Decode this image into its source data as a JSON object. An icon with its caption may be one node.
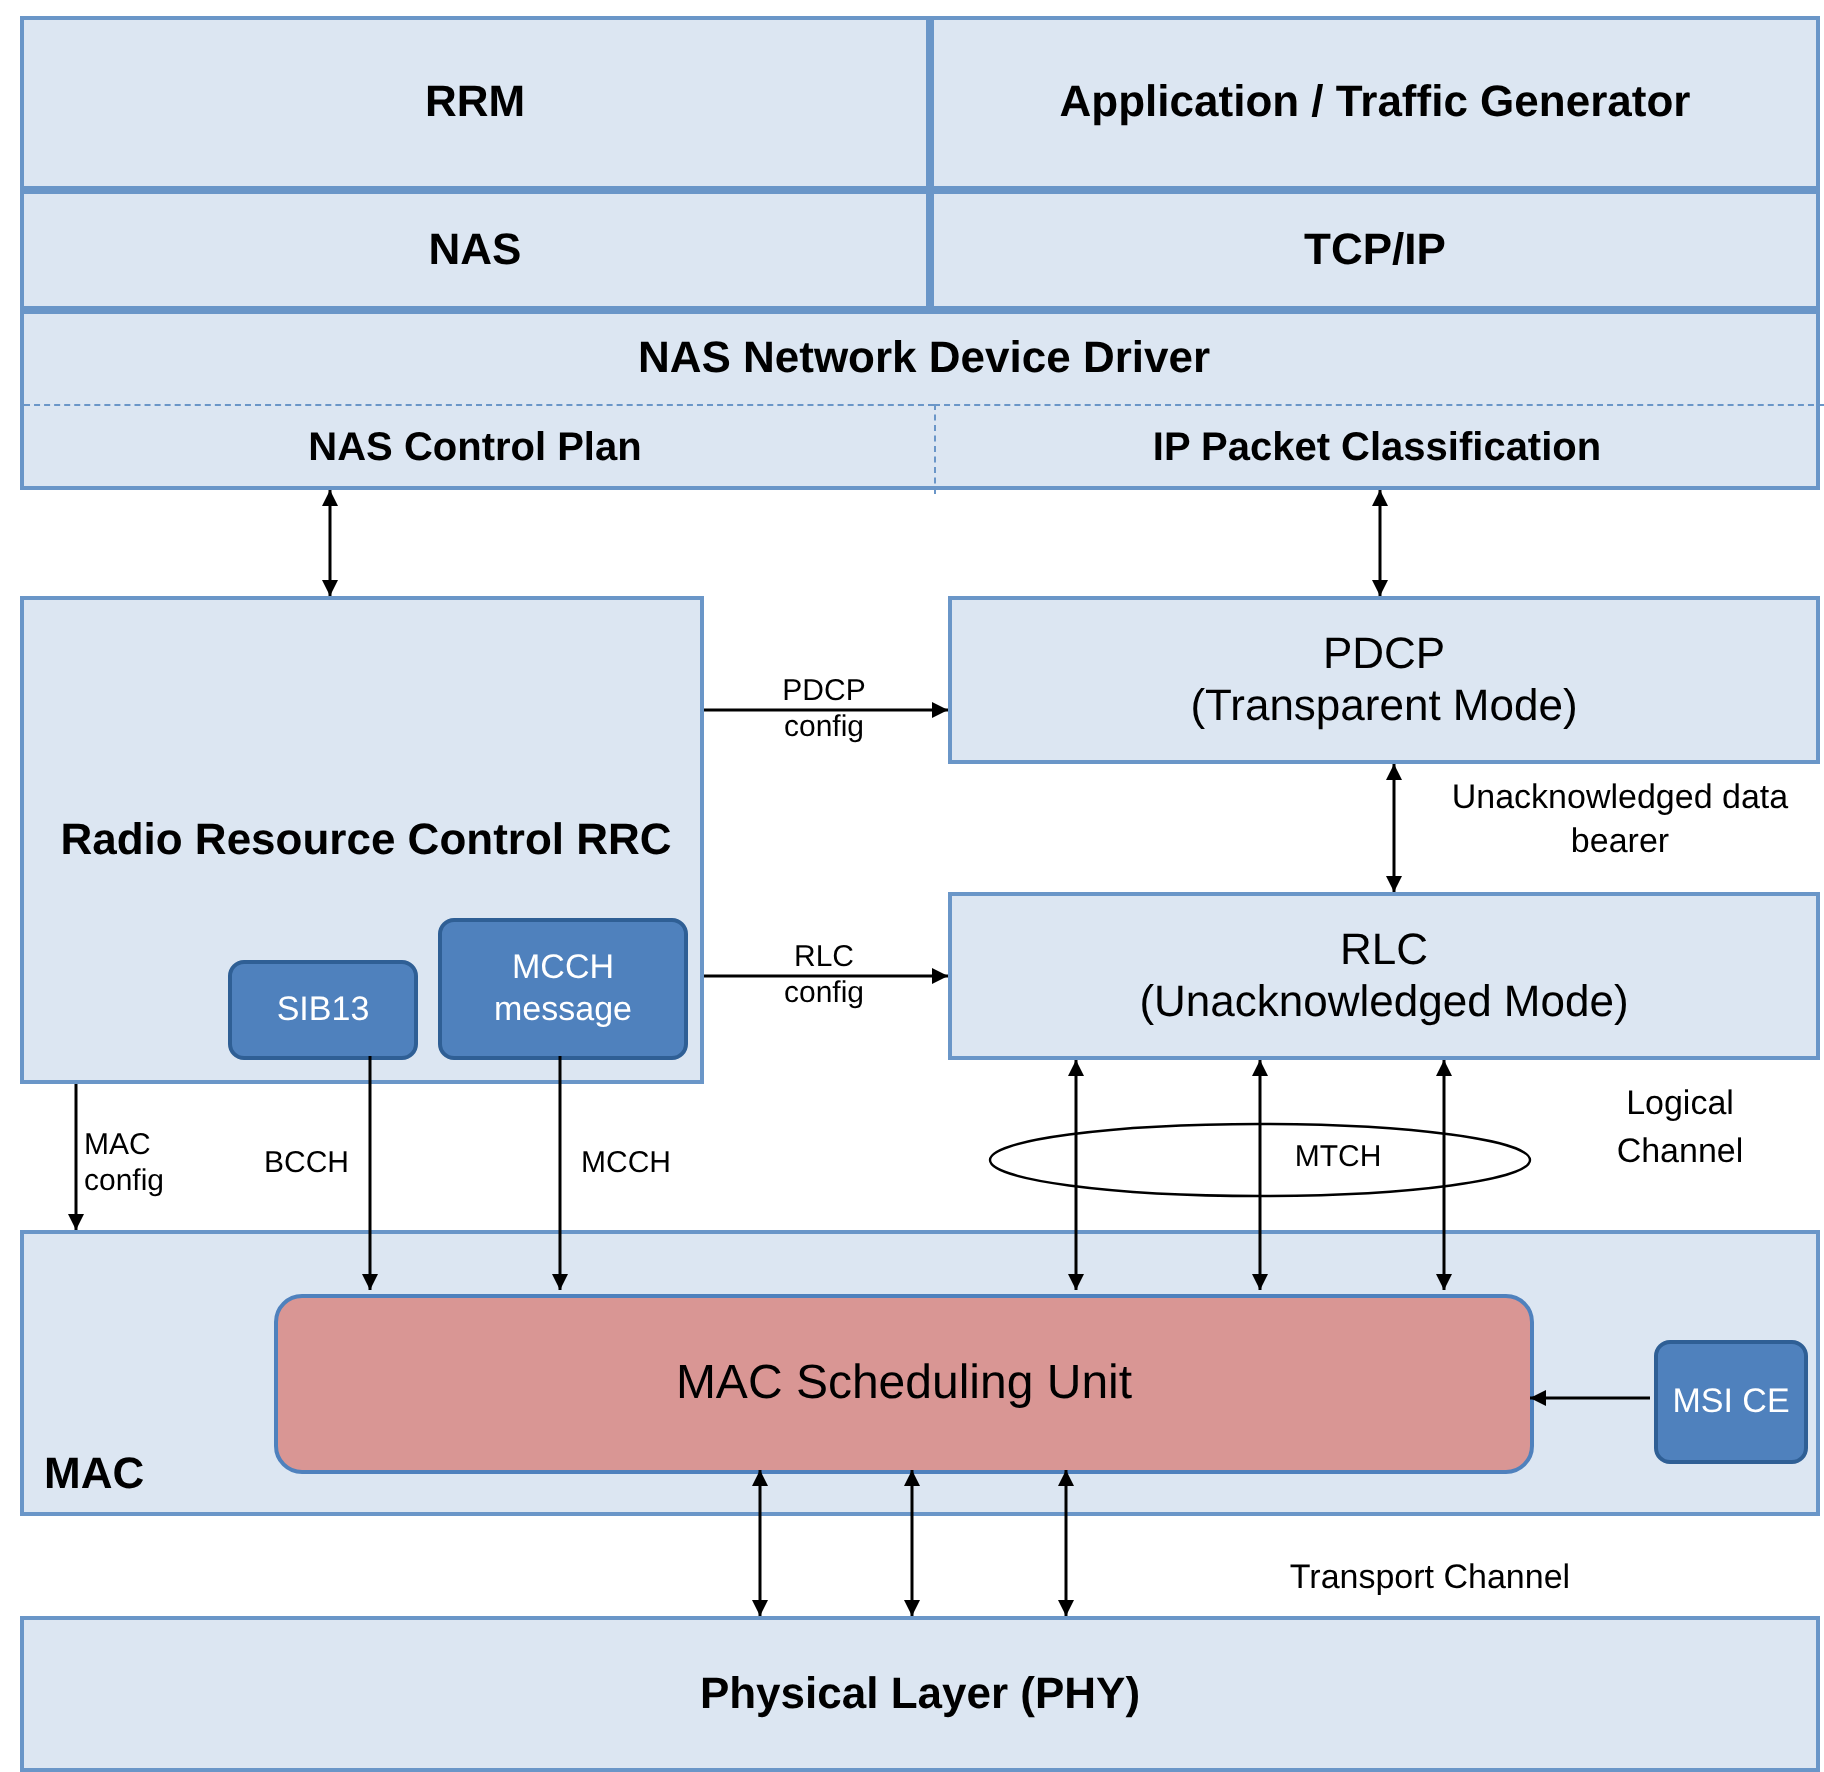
{
  "diagram": {
    "nodes": [
      {
        "text": [
          "RRM"
        ]
      },
      {
        "text": [
          "Application / Traffic Generator"
        ]
      },
      {
        "text": [
          "NAS"
        ]
      },
      {
        "text": [
          "TCP/IP"
        ]
      },
      {
        "text": [
          "NAS Network Device Driver"
        ]
      },
      {
        "text": [
          "NAS Control Plan"
        ],
        "in": 4
      },
      {
        "text": [
          "IP Packet Classification"
        ],
        "in": 4
      },
      {
        "text": [
          "Radio Resource Control RRC"
        ]
      },
      {
        "text": [
          "SIB13"
        ],
        "in": 7
      },
      {
        "text": [
          "MCCH message"
        ],
        "in": 7
      },
      {
        "text": [
          "PDCP",
          "(Transparent Mode)"
        ]
      },
      {
        "text": [
          "RLC",
          "(Unacknowledged Mode)"
        ]
      },
      {
        "text": [
          "MAC"
        ]
      },
      {
        "text": [
          "MAC Scheduling Unit"
        ],
        "in": 12
      },
      {
        "text": [
          "MSI CE"
        ],
        "in": 12
      },
      {
        "text": [
          "Physical Layer (PHY)"
        ]
      }
    ],
    "edges": [
      {
        "from": 5,
        "to": 7,
        "arrow": "both"
      },
      {
        "from": 6,
        "to": 10,
        "arrow": "both"
      },
      {
        "from": 7,
        "to": 10,
        "arrow": "to",
        "label": "PDCP config"
      },
      {
        "from": 7,
        "to": 11,
        "arrow": "to",
        "label": "RLC config"
      },
      {
        "from": 10,
        "to": 11,
        "arrow": "both",
        "label": "Unacknowledged data bearer"
      },
      {
        "from": 7,
        "to": 12,
        "arrow": "to",
        "label": "MAC config"
      },
      {
        "from": 8,
        "to": 13,
        "arrow": "to",
        "label": "BCCH"
      },
      {
        "from": 9,
        "to": 13,
        "arrow": "to",
        "label": "MCCH"
      },
      {
        "from": 11,
        "to": 13,
        "arrow": "both"
      },
      {
        "from": 11,
        "to": 13,
        "arrow": "both"
      },
      {
        "from": 11,
        "to": 13,
        "arrow": "both"
      },
      {
        "from": 14,
        "to": 13,
        "arrow": "to"
      },
      {
        "from": 13,
        "to": 15,
        "arrow": "both"
      },
      {
        "from": 13,
        "to": 15,
        "arrow": "both"
      },
      {
        "from": 13,
        "to": 15,
        "arrow": "both"
      }
    ],
    "labels": [
      "Logical Channel",
      "MTCH",
      "Transport Channel"
    ]
  }
}
